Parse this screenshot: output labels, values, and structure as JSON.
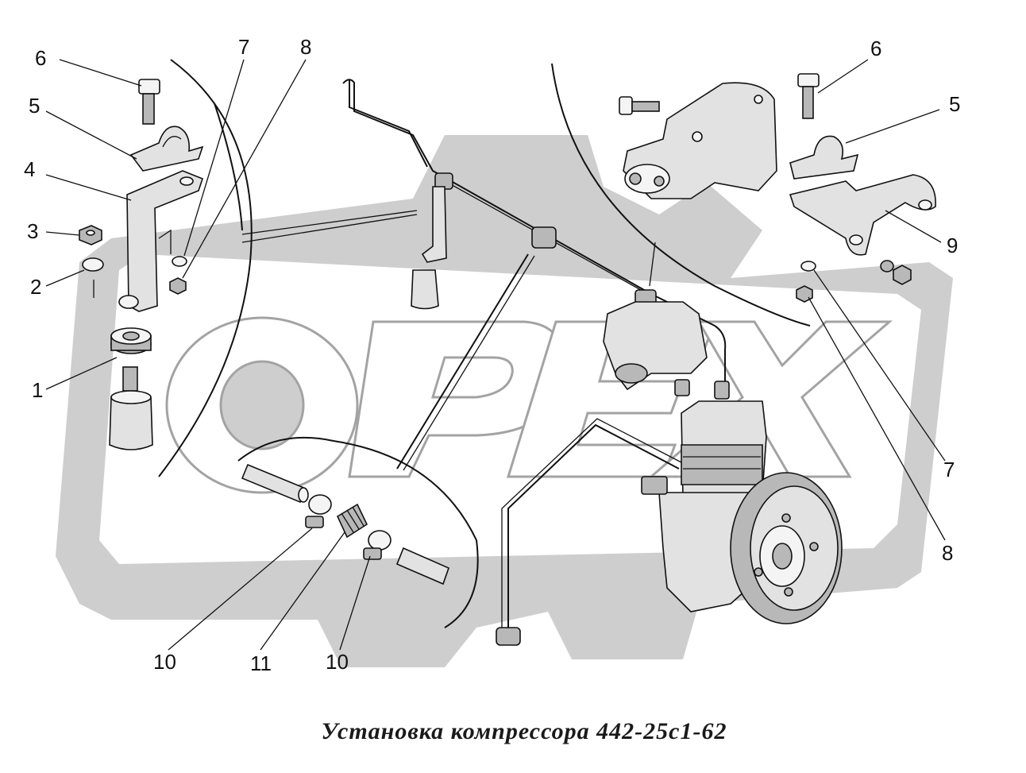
{
  "caption": "Установка компрессора 442-25с1-62",
  "watermark": "ОРЕХ",
  "callouts": {
    "c6l": "6",
    "c5l": "5",
    "c4": "4",
    "c3": "3",
    "c2": "2",
    "c1": "1",
    "c7t": "7",
    "c8t": "8",
    "c6r": "6",
    "c5r": "5",
    "c9": "9",
    "c7r": "7",
    "c8r": "8",
    "c10a": "10",
    "c11": "11",
    "c10b": "10"
  },
  "colors": {
    "background": "#ffffff",
    "watermark": "#c8c8c8",
    "ink": "#111111"
  }
}
